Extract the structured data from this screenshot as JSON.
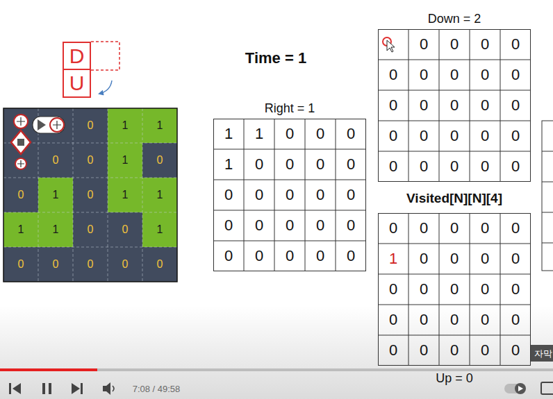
{
  "diagram": {
    "nodes": [
      {
        "text": [
          "D"
        ]
      },
      {
        "text": [
          "U"
        ]
      },
      {
        "text": [
          "Right = 1"
        ]
      },
      {
        "text": [
          "Down = 2"
        ]
      },
      {
        "text": [
          "Visited[N][N][4]",
          "Up = 0"
        ]
      }
    ],
    "labels": [
      "Time = 1",
      "0",
      "1",
      "1",
      "0",
      "0",
      "1",
      "0",
      "0",
      "1",
      "0",
      "1",
      "1",
      "1",
      "1",
      "0",
      "0",
      "1",
      "0",
      "0",
      "0",
      "0",
      "0",
      "1",
      "1",
      "0",
      "0",
      "0",
      "1",
      "0",
      "0",
      "0",
      "0",
      "0",
      "0",
      "0",
      "0",
      "0",
      "0",
      "0",
      "0",
      "0",
      "0",
      "0",
      "0",
      "0",
      "0",
      "0",
      "0",
      "0",
      "0",
      "0",
      "0",
      "0",
      "0",
      "0",
      "0",
      "0",
      "0",
      "0",
      "0",
      "0",
      "0",
      "0",
      "0",
      "0",
      "0",
      "0",
      "0",
      "0",
      "0",
      "0",
      "0",
      "0",
      "0",
      "0",
      "0",
      "1",
      "0",
      "0",
      "0",
      "0",
      "0",
      "0",
      "0",
      "0",
      "0",
      "0",
      "0",
      "0",
      "0",
      "0",
      "0",
      "0",
      "0",
      "0",
      "0",
      "자막",
      "7:08 / 49:58"
    ]
  }
}
